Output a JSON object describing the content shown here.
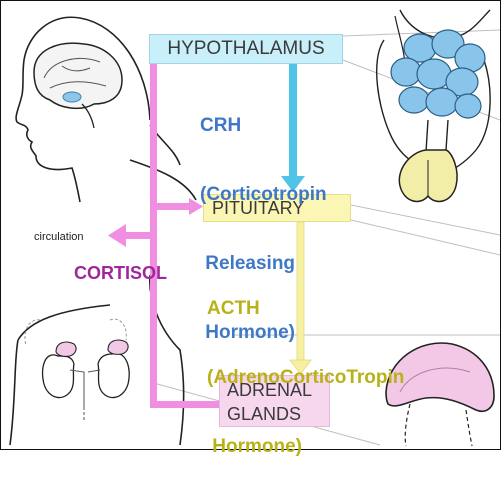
{
  "diagram": {
    "nodes": {
      "hypothalamus": "HYPOTHALAMUS",
      "pituitary": "PITUITARY",
      "adrenal_line1": "ADRENAL",
      "adrenal_line2": "GLANDS"
    },
    "hormones": {
      "crh": [
        "CRH",
        "(Corticotropin",
        " Releasing",
        " Hormone)"
      ],
      "acth": [
        "ACTH",
        "(AdrenoCorticoTropin",
        " Hormone)"
      ],
      "cortisol": "CORTISOL"
    },
    "side_label": "circulation",
    "colors": {
      "hypothalamus_box": "#c9f0fa",
      "pituitary_box": "#fbf6b4",
      "adrenal_box": "#f6d7ee",
      "crh_arrow": "#4fc3e8",
      "acth_arrow": "#f7f0a0",
      "cortisol_arrow": "#f08fe2",
      "crh_text": "#3f78c7",
      "acth_text": "#b8b218",
      "cortisol_text": "#a0279b",
      "brain_blob": "#8fc6e8",
      "gland_fill": "#f2eea8",
      "adrenal_fill": "#f3c8e6"
    },
    "icons": [
      "head-silhouette-icon",
      "brain-icon",
      "hypothalamus-pituitary-illustration-icon",
      "kidneys-adrenal-icon",
      "adrenal-gland-icon"
    ]
  }
}
